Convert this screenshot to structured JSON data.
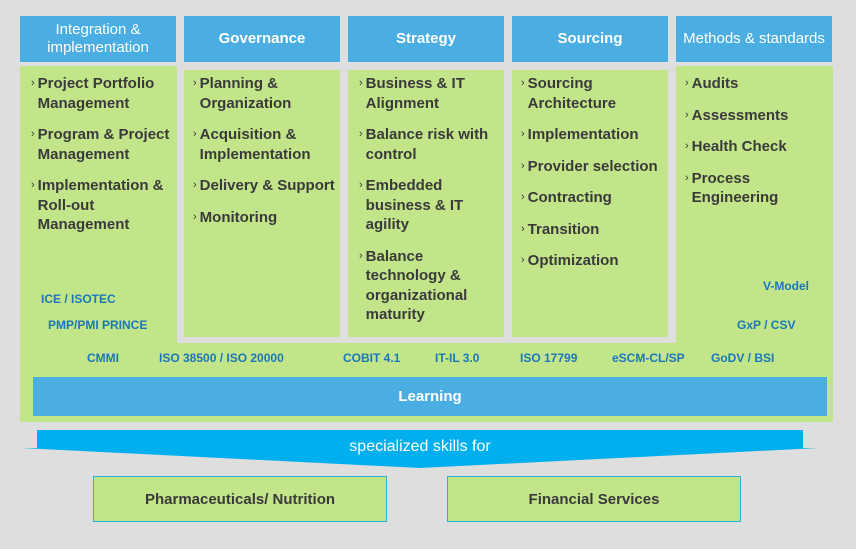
{
  "headers": [
    "Integration & implementation",
    "Governance",
    "Strategy",
    "Sourcing",
    "Methods & standards"
  ],
  "columns": [
    [
      "Project Portfolio Management",
      "Program & Project Management",
      "Implementation & Roll-out Management"
    ],
    [
      "Planning & Organization",
      "Acquisition & Implementation",
      "Delivery & Support",
      "Monitoring"
    ],
    [
      "Business & IT Alignment",
      "Balance risk with control",
      "Embedded business & IT agility",
      "Balance technology & organizational maturity"
    ],
    [
      "Sourcing Architecture",
      "Implementation",
      "Provider selection",
      "Contracting",
      "Transition",
      "Optimization"
    ],
    [
      "Audits",
      "Assessments",
      "Health Check",
      "Process Engineering"
    ]
  ],
  "chevron": "›",
  "standards": {
    "ice": "ICE / ISOTEC",
    "pmp": "PMP/PMI  PRINCE",
    "vmodel": "V-Model",
    "gxp": "GxP / CSV",
    "row": [
      "CMMI",
      "ISO 38500 / ISO 20000",
      "COBIT 4.1",
      "IT-IL 3.0",
      "ISO 17799",
      "eSCM-CL/SP",
      "GoDV / BSI"
    ]
  },
  "learning": "Learning",
  "arrow_label": "specialized skills for",
  "industries": [
    "Pharmaceuticals/  Nutrition",
    "Financial Services"
  ]
}
